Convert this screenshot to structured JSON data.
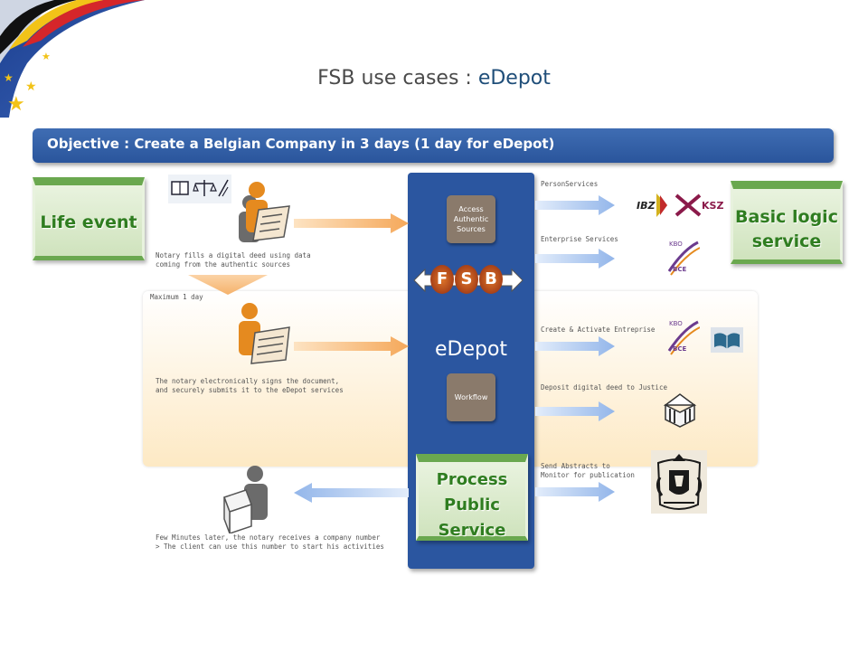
{
  "title": {
    "prefix": "FSB use cases : ",
    "accent": "eDepot"
  },
  "objective": "Objective : Create a Belgian Company in 3 days (1 day for eDepot)",
  "life_event": "Life event",
  "basic_logic": "Basic logic service",
  "process_public": "Process Public Service",
  "edepot": "eDepot",
  "access_box": {
    "line1": "Access",
    "line2": "Authentic",
    "line3": "Sources"
  },
  "workflow_box": "Workflow",
  "fsb": {
    "f": "F",
    "s": "S",
    "b": "B"
  },
  "left_notes": {
    "note1_line1": "Notary fills a digital deed using data",
    "note1_line2": "coming from the authentic sources",
    "max_day": "Maximum 1 day",
    "note2_line1": "The notary electronically signs the document,",
    "note2_line2": "and securely submits it to the eDepot services",
    "note3_line1": "Few Minutes later, the notary receives a company number",
    "note3_line2": "> The client can use this number to start his activities"
  },
  "services": {
    "person": "PersonServices",
    "enterprise": "Enterprise Services",
    "create": "Create & Activate Entreprise",
    "deposit": "Deposit digital deed to Justice",
    "abstracts_line1": "Send Abstracts to",
    "abstracts_line2": "Monitor for publication"
  },
  "logos": {
    "ibz": "IBZ",
    "ksz": "KSZ",
    "kbo": "KBO",
    "bce": "BCE"
  },
  "colors": {
    "brand_blue": "#2b56a0",
    "green": "#6aa84f",
    "orange": "#e58a1f",
    "arrow_orange": "#f6b46b",
    "arrow_blue": "#a9c6f0"
  }
}
